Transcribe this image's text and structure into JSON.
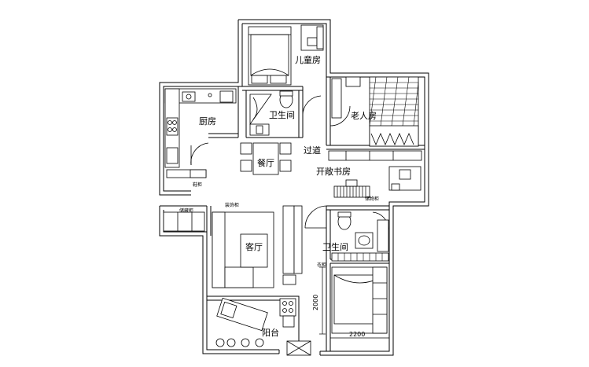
{
  "rooms": {
    "children_room": "儿童房",
    "kitchen": "厨房",
    "bathroom_top": "卫生间",
    "elderly_room": "老人房",
    "corridor": "过道",
    "dining": "餐厅",
    "study": "开敞书房",
    "living": "客厅",
    "bathroom_bottom": "卫生间",
    "balcony": "阳台"
  },
  "small_labels": {
    "storage_left": "储藏柜",
    "shoe_cabinet": "鞋柜",
    "decor_cabinet": "装饰柜",
    "storage_right": "储物柜",
    "wardrobe": "衣柜"
  },
  "dimensions": {
    "vertical": "2000",
    "horizontal": "2200"
  },
  "colors": {
    "line": "#000000",
    "background": "#ffffff"
  }
}
